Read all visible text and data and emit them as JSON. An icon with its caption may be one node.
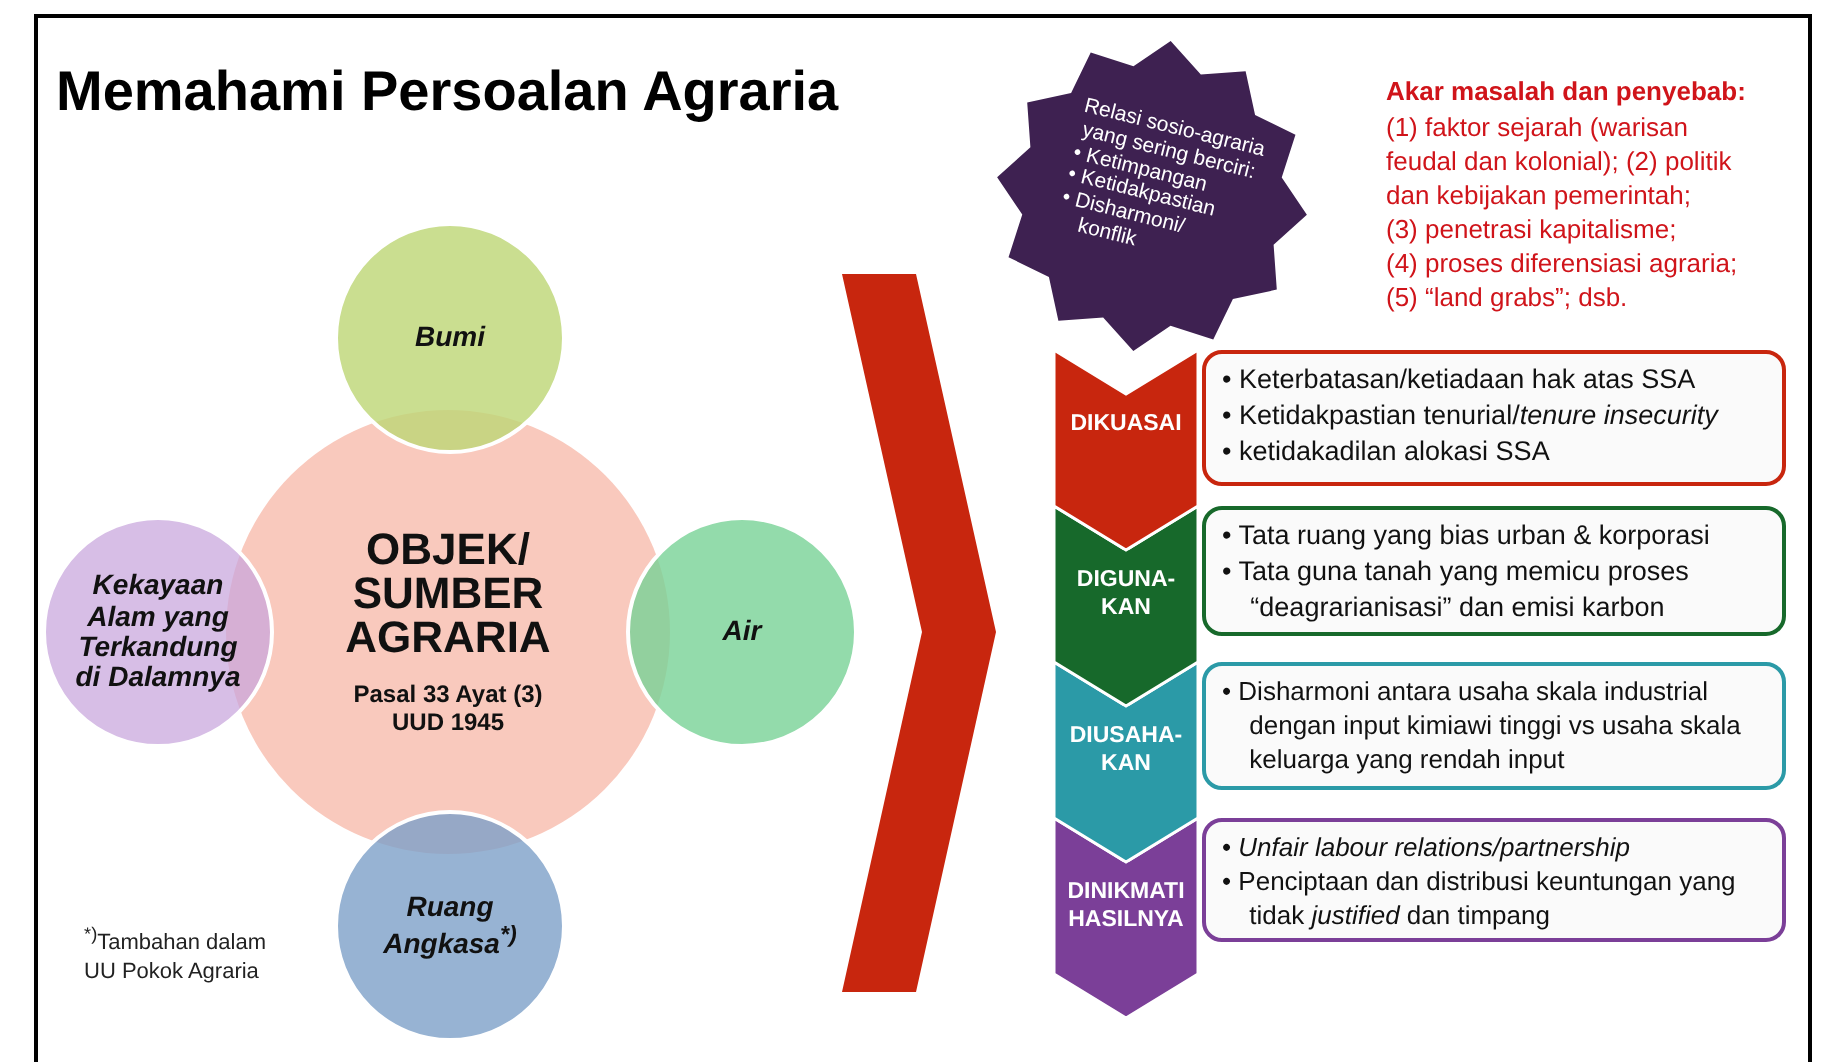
{
  "diagram": {
    "title": "Memahami Persoalan Agraria",
    "nodes": [
      {
        "text": [
          "OBJEK/ SUMBER AGRARIA",
          "Pasal 33 Ayat (3) UUD 1945"
        ]
      },
      {
        "text": [
          "Bumi"
        ]
      },
      {
        "text": [
          "Kekayaan Alam yang Terkandung di Dalamnya"
        ]
      },
      {
        "text": [
          "Air"
        ]
      },
      {
        "text": [
          "Ruang Angkasa$^{*)}$"
        ]
      },
      {
        "text": [
          "Relasi sosio-agraria yang sering berciri:",
          "• Ketimpangan",
          "• Ketidakpastian",
          "• Disharmoni/ konflik"
        ]
      },
      {
        "text": [
          "DIKUASAI"
        ]
      },
      {
        "text": [
          "• Keterbatasan/ketiadaan hak atas SSA",
          "• Ketidakpastian tenurial/*tenure insecurity*",
          "• ketidakadilan alokasi SSA"
        ]
      },
      {
        "text": [
          "DIGUNA- KAN"
        ]
      },
      {
        "text": [
          "• Tata ruang yang bias urban & korporasi",
          "• Tata guna tanah yang memicu proses “deagrarianisasi” dan emisi karbon"
        ]
      },
      {
        "text": [
          "DIUSAHA- KAN"
        ]
      },
      {
        "text": [
          "• Disharmoni antara usaha skala industrial dengan input kimiawi tinggi vs usaha skala keluarga yang rendah input"
        ]
      },
      {
        "text": [
          "DINIKMATI HASILNYA"
        ]
      },
      {
        "text": [
          "• *Unfair labour relations/partnership*",
          "• Penciptaan dan distribusi keuntungan yang tidak *justified* dan timpang"
        ]
      }
    ],
    "labels": [
      "Akar masalah dan penyebab:",
      "(1) faktor sejarah (warisan feudal dan kolonial); (2) politik dan kebijakan pemerintah;",
      "(3) penetrasi kapitalisme;",
      "(4) proses diferensiasi agraria;",
      "(5) “land grabs”; dsb.",
      "$^{*)}$Tambahan dalam UU Pokok Agraria"
    ]
  }
}
